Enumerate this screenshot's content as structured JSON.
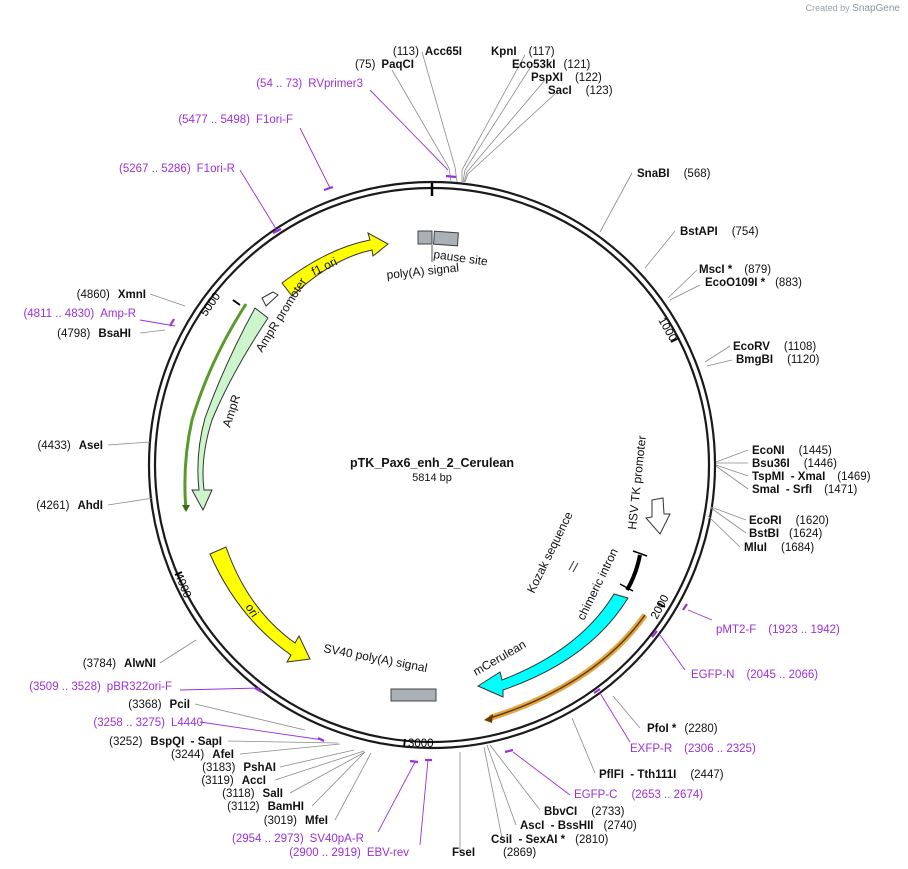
{
  "credit": {
    "prefix": "Created by",
    "brand": "SnapGene"
  },
  "plasmid": {
    "name": "pTK_Pax6_enh_2_Cerulean",
    "size": "5814 bp",
    "length": 5814
  },
  "ticks": [
    "1000",
    "2000",
    "3000",
    "4000",
    "5000"
  ],
  "sites": [
    {
      "n": "(113)",
      "e": "Acc65I",
      "pos": 113,
      "side": "top-left"
    },
    {
      "n": "(75)",
      "e": "PaqCI",
      "pos": 75,
      "side": "top-left"
    },
    {
      "n": "(117)",
      "e": "KpnI",
      "pos": 117,
      "side": "top-right"
    },
    {
      "n": "(121)",
      "e": "Eco53kI",
      "pos": 121,
      "side": "top-right"
    },
    {
      "n": "(122)",
      "e": "PspXI",
      "pos": 122,
      "side": "top-right"
    },
    {
      "n": "(123)",
      "e": "SacI",
      "pos": 123,
      "side": "top-right"
    },
    {
      "n": "(568)",
      "e": "SnaBI",
      "pos": 568,
      "side": "right"
    },
    {
      "n": "(754)",
      "e": "BstAPI",
      "pos": 754,
      "side": "right"
    },
    {
      "n": "(879)",
      "e": "MscI *",
      "pos": 879,
      "side": "right"
    },
    {
      "n": "(883)",
      "e": "EcoO109I *",
      "pos": 883,
      "side": "right"
    },
    {
      "n": "(1108)",
      "e": "EcoRV",
      "pos": 1108,
      "side": "right"
    },
    {
      "n": "(1120)",
      "e": "BmgBI",
      "pos": 1120,
      "side": "right"
    },
    {
      "n": "(1445)",
      "e": "EcoNI",
      "pos": 1445,
      "side": "right"
    },
    {
      "n": "(1446)",
      "e": "Bsu36I",
      "pos": 1446,
      "side": "right"
    },
    {
      "n": "(1469)",
      "e": "TspMI  - XmaI",
      "pos": 1469,
      "side": "right"
    },
    {
      "n": "(1471)",
      "e": "SmaI  - SrfI",
      "pos": 1471,
      "side": "right"
    },
    {
      "n": "(1620)",
      "e": "EcoRI",
      "pos": 1620,
      "side": "right"
    },
    {
      "n": "(1624)",
      "e": "BstBI",
      "pos": 1624,
      "side": "right"
    },
    {
      "n": "(1684)",
      "e": "MluI",
      "pos": 1684,
      "side": "right"
    },
    {
      "n": "(2280)",
      "e": "PfoI *",
      "pos": 2280,
      "side": "right"
    },
    {
      "n": "(2447)",
      "e": "PflFI  - Tth111I",
      "pos": 2447,
      "side": "right"
    },
    {
      "n": "(2733)",
      "e": "BbvCI",
      "pos": 2733,
      "side": "right"
    },
    {
      "n": "(2740)",
      "e": "AscI  - BssHII",
      "pos": 2740,
      "side": "right"
    },
    {
      "n": "(2810)",
      "e": "CsiI  - SexAI *",
      "pos": 2810,
      "side": "right"
    },
    {
      "n": "(2869)",
      "e": "FseI",
      "pos": 2869,
      "side": "right"
    },
    {
      "n": "(3019)",
      "e": "MfeI",
      "pos": 3019,
      "side": "left"
    },
    {
      "n": "(3112)",
      "e": "BamHI",
      "pos": 3112,
      "side": "left"
    },
    {
      "n": "(3118)",
      "e": "SalI",
      "pos": 3118,
      "side": "left"
    },
    {
      "n": "(3119)",
      "e": "AccI",
      "pos": 3119,
      "side": "left"
    },
    {
      "n": "(3183)",
      "e": "PshAI",
      "pos": 3183,
      "side": "left"
    },
    {
      "n": "(3244)",
      "e": "AfeI",
      "pos": 3244,
      "side": "left"
    },
    {
      "n": "(3252)",
      "e": "BspQI  - SapI",
      "pos": 3252,
      "side": "left"
    },
    {
      "n": "(3368)",
      "e": "PciI",
      "pos": 3368,
      "side": "left"
    },
    {
      "n": "(3784)",
      "e": "AlwNI",
      "pos": 3784,
      "side": "left"
    },
    {
      "n": "(4261)",
      "e": "AhdI",
      "pos": 4261,
      "side": "left"
    },
    {
      "n": "(4433)",
      "e": "AseI",
      "pos": 4433,
      "side": "left"
    },
    {
      "n": "(4798)",
      "e": "BsaHI",
      "pos": 4798,
      "side": "left"
    },
    {
      "n": "(4860)",
      "e": "XmnI",
      "pos": 4860,
      "side": "left"
    }
  ],
  "primers": [
    {
      "range": "(54 .. 73)",
      "name": "RVprimer3",
      "pos": 63,
      "side": "left"
    },
    {
      "range": "(5477 .. 5498)",
      "name": "F1ori-F",
      "pos": 5487,
      "side": "left"
    },
    {
      "range": "(5267 .. 5286)",
      "name": "F1ori-R",
      "pos": 5276,
      "side": "left"
    },
    {
      "range": "(4811 .. 4830)",
      "name": "Amp-R",
      "pos": 4820,
      "side": "left"
    },
    {
      "range": "(1923 .. 1942)",
      "name": "pMT2-F",
      "pos": 1932,
      "side": "right"
    },
    {
      "range": "(2045 .. 2066)",
      "name": "EGFP-N",
      "pos": 2055,
      "side": "right"
    },
    {
      "range": "(2306 .. 2325)",
      "name": "EXFP-R",
      "pos": 2315,
      "side": "right"
    },
    {
      "range": "(2653 .. 2674)",
      "name": "EGFP-C",
      "pos": 2663,
      "side": "right"
    },
    {
      "range": "(2954 .. 2973)",
      "name": "SV40pA-R",
      "pos": 2963,
      "side": "left"
    },
    {
      "range": "(2900 .. 2919)",
      "name": "EBV-rev",
      "pos": 2909,
      "side": "left"
    },
    {
      "range": "(3509 .. 3528)",
      "name": "pBR322ori-F",
      "pos": 3518,
      "side": "left"
    },
    {
      "range": "(3258 .. 3275)",
      "name": "L4440",
      "pos": 3266,
      "side": "left"
    }
  ],
  "features": [
    {
      "name": "f1 ori",
      "color": "#ffff00"
    },
    {
      "name": "AmpR promoter",
      "color": "#ffffff"
    },
    {
      "name": "AmpR",
      "color": "#ccf5cc"
    },
    {
      "name": "ori",
      "color": "#ffff00"
    },
    {
      "name": "SV40 poly(A) signal",
      "color": "#a9b0b6"
    },
    {
      "name": "mCerulean",
      "color": "#00ffff"
    },
    {
      "name": "chimeric intron",
      "color": "#000000"
    },
    {
      "name": "Kozak sequence",
      "color": "#ffffff"
    },
    {
      "name": "HSV TK promoter",
      "color": "#ffffff"
    },
    {
      "name": "pause site",
      "color": "#a9b0b6"
    },
    {
      "name": "poly(A) signal",
      "color": "#a9b0b6"
    }
  ],
  "colors": {
    "backbone": "#1a1a1a",
    "primer": "#9b30d9",
    "site_line": "#777777"
  }
}
